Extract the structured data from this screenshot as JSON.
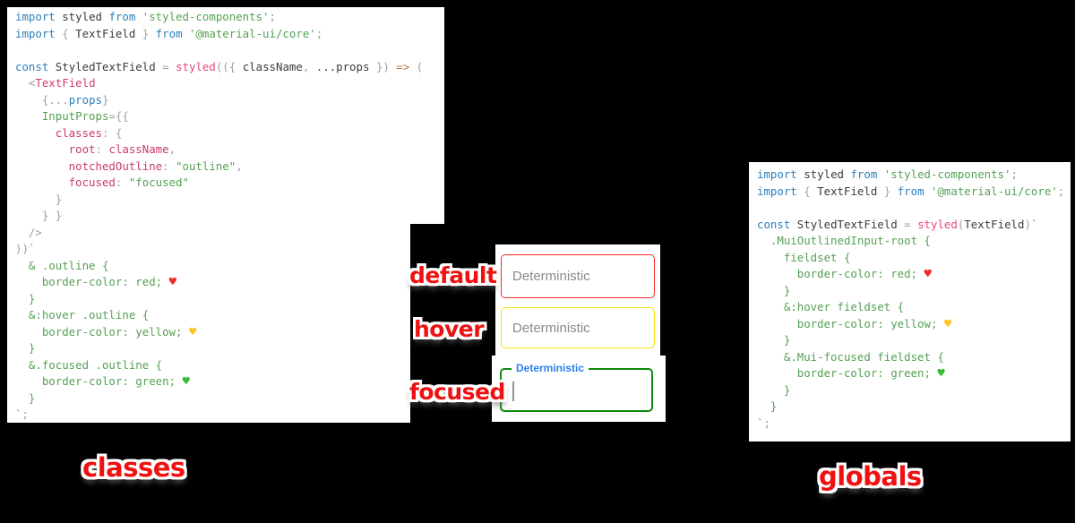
{
  "captions": {
    "left": "classes",
    "right": "globals"
  },
  "state_labels": {
    "default": "default",
    "hover": "hover",
    "focused": "focused"
  },
  "fields": {
    "default": {
      "label": "Deterministic",
      "border_color": "#fb2b2b"
    },
    "hover": {
      "label": "Deterministic",
      "border_color": "#f5e414"
    },
    "focused": {
      "label": "Deterministic",
      "border_color": "#0f8b0f",
      "label_color": "#2d7ff0",
      "caret": "text-cursor"
    }
  },
  "colors": {
    "syntax_keyword": "#2b80ba",
    "syntax_plain": "#3b3b3b",
    "syntax_punctuation": "#9f9f9f",
    "syntax_string_css": "#55a155",
    "syntax_function": "#e8467f",
    "syntax_property": "#c93a6b",
    "label_red": "#ee1111",
    "heart_red": "#f22a2a",
    "heart_yellow": "#ffc422",
    "heart_green": "#35bb35"
  },
  "code_left": {
    "lines": [
      [
        [
          "kw",
          "import"
        ],
        [
          "pl",
          " styled "
        ],
        [
          "kw",
          "from"
        ],
        [
          "pl",
          " "
        ],
        [
          "str",
          "'styled-components'"
        ],
        [
          "pu",
          ";"
        ]
      ],
      [
        [
          "kw",
          "import"
        ],
        [
          "pu",
          " { "
        ],
        [
          "pl",
          "TextField"
        ],
        [
          "pu",
          " } "
        ],
        [
          "kw",
          "from"
        ],
        [
          "pl",
          " "
        ],
        [
          "str",
          "'@material-ui/core'"
        ],
        [
          "pu",
          ";"
        ]
      ],
      [],
      [
        [
          "kw",
          "const"
        ],
        [
          "pl",
          " StyledTextField "
        ],
        [
          "pu",
          "="
        ],
        [
          "pl",
          " "
        ],
        [
          "fn",
          "styled"
        ],
        [
          "pu",
          "(({ "
        ],
        [
          "pl",
          "className"
        ],
        [
          "pu",
          ", "
        ],
        [
          "pl",
          "...props"
        ],
        [
          "pu",
          " }) "
        ],
        [
          "ar",
          "=>"
        ],
        [
          "pu",
          " ("
        ]
      ],
      [
        [
          "pu",
          "  <"
        ],
        [
          "cmp",
          "TextField"
        ]
      ],
      [
        [
          "pu",
          "    {..."
        ],
        [
          "kw",
          "props"
        ],
        [
          "pu",
          "}"
        ]
      ],
      [
        [
          "grn",
          "    InputProps"
        ],
        [
          "pu",
          "={{"
        ]
      ],
      [
        [
          "prop",
          "      classes"
        ],
        [
          "pu",
          ": {"
        ]
      ],
      [
        [
          "prop",
          "        root"
        ],
        [
          "pu",
          ": "
        ],
        [
          "prop",
          "className"
        ],
        [
          "pu",
          ","
        ]
      ],
      [
        [
          "prop",
          "        notchedOutline"
        ],
        [
          "pu",
          ": "
        ],
        [
          "str",
          "\"outline\""
        ],
        [
          "pu",
          ","
        ]
      ],
      [
        [
          "prop",
          "        focused"
        ],
        [
          "pu",
          ": "
        ],
        [
          "str",
          "\"focused\""
        ]
      ],
      [
        [
          "pu",
          "      }"
        ]
      ],
      [
        [
          "pu",
          "    } }"
        ]
      ],
      [
        [
          "pu",
          "  />"
        ]
      ],
      [
        [
          "pu",
          "))"
        ],
        [
          "grn",
          "`"
        ]
      ],
      [
        [
          "grn",
          "  & .outline {"
        ]
      ],
      [
        [
          "grn",
          "    border-color: red; "
        ],
        [
          "hr",
          "♥"
        ]
      ],
      [
        [
          "grn",
          "  }"
        ]
      ],
      [
        [
          "grn",
          "  &:hover .outline {"
        ]
      ],
      [
        [
          "grn",
          "    border-color: yellow; "
        ],
        [
          "hy",
          "♥"
        ]
      ],
      [
        [
          "grn",
          "  }"
        ]
      ],
      [
        [
          "grn",
          "  &.focused .outline {"
        ]
      ],
      [
        [
          "grn",
          "    border-color: green; "
        ],
        [
          "hg",
          "♥"
        ]
      ],
      [
        [
          "grn",
          "  }"
        ]
      ],
      [
        [
          "grn",
          "`"
        ],
        [
          "pu",
          ";"
        ]
      ]
    ]
  },
  "code_right": {
    "lines": [
      [
        [
          "kw",
          "import"
        ],
        [
          "pl",
          " styled "
        ],
        [
          "kw",
          "from"
        ],
        [
          "pl",
          " "
        ],
        [
          "str",
          "'styled-components'"
        ],
        [
          "pu",
          ";"
        ]
      ],
      [
        [
          "kw",
          "import"
        ],
        [
          "pu",
          " { "
        ],
        [
          "pl",
          "TextField"
        ],
        [
          "pu",
          " } "
        ],
        [
          "kw",
          "from"
        ],
        [
          "pl",
          " "
        ],
        [
          "str",
          "'@material-ui/core'"
        ],
        [
          "pu",
          ";"
        ]
      ],
      [],
      [
        [
          "kw",
          "const"
        ],
        [
          "pl",
          " StyledTextField "
        ],
        [
          "pu",
          "="
        ],
        [
          "pl",
          " "
        ],
        [
          "fn",
          "styled"
        ],
        [
          "pu",
          "("
        ],
        [
          "pl",
          "TextField"
        ],
        [
          "pu",
          ")"
        ],
        [
          "grn",
          "`"
        ]
      ],
      [
        [
          "grn",
          "  .MuiOutlinedInput-root {"
        ]
      ],
      [
        [
          "grn",
          "    fieldset {"
        ]
      ],
      [
        [
          "grn",
          "      border-color: red; "
        ],
        [
          "hr",
          "♥"
        ]
      ],
      [
        [
          "grn",
          "    }"
        ]
      ],
      [
        [
          "grn",
          "    &:hover fieldset {"
        ]
      ],
      [
        [
          "grn",
          "      border-color: yellow; "
        ],
        [
          "hy",
          "♥"
        ]
      ],
      [
        [
          "grn",
          "    }"
        ]
      ],
      [
        [
          "grn",
          "    &.Mui-focused fieldset {"
        ]
      ],
      [
        [
          "grn",
          "      border-color: green; "
        ],
        [
          "hg",
          "♥"
        ]
      ],
      [
        [
          "grn",
          "    }"
        ]
      ],
      [
        [
          "grn",
          "  }"
        ]
      ],
      [
        [
          "grn",
          "`"
        ],
        [
          "pu",
          ";"
        ]
      ]
    ]
  }
}
